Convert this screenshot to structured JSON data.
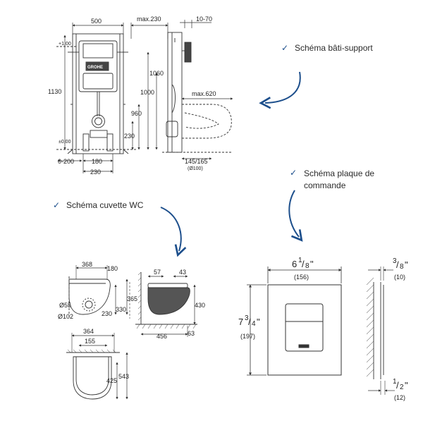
{
  "annotations": {
    "bati": "Schéma bâti-support",
    "plaque": "Schéma plaque de commande",
    "cuvette": "Schéma cuvette WC"
  },
  "colors": {
    "arrow": "#1d4f8c",
    "line": "#333333",
    "fill_dark": "#555555"
  },
  "icons": {
    "check": "✓"
  },
  "bati_support": {
    "dims": {
      "width_top": "500",
      "max_230": "max.230",
      "range_10_70": "10-70",
      "plus_100": "+1,00",
      "zero_00": "±0,00",
      "h1130": "1130",
      "h1060": "1060",
      "h1000": "1000",
      "h960": "960",
      "h230": "230",
      "max620": "max.620",
      "d0_200": "0-200",
      "d180": "180",
      "d230": "230",
      "d145_165": "145/165",
      "d100": "(Ø100)"
    },
    "logo_text": "GROHE"
  },
  "cuvette": {
    "dims": {
      "d368": "368",
      "d180": "180",
      "d55": "Ø55",
      "d102": "Ø102",
      "d230": "230",
      "d330": "330",
      "d365": "365",
      "d57": "57",
      "d43": "43",
      "d430": "430",
      "d456": "456",
      "d63": "63",
      "d364": "364",
      "d155": "155",
      "d425": "425",
      "d543": "543"
    }
  },
  "plaque": {
    "width_whole": "6",
    "width_frac": "1",
    "width_den": "8",
    "width_mm": "(156)",
    "height_whole": "7",
    "height_frac": "3",
    "height_den": "4",
    "height_mm": "(197)",
    "depth_top_frac": "3",
    "depth_top_den": "8",
    "depth_top_mm": "(10)",
    "depth_bot_frac": "1",
    "depth_bot_den": "2",
    "depth_bot_mm": "(12)"
  }
}
